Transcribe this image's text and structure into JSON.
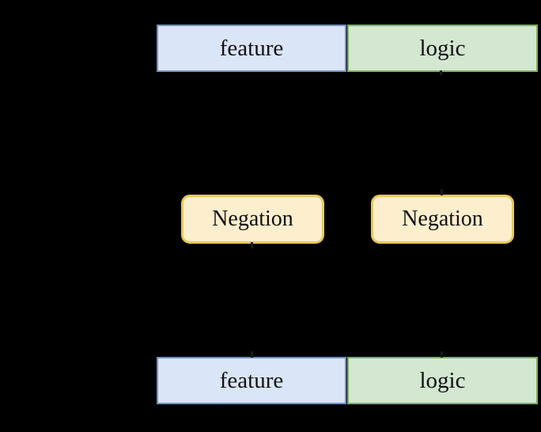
{
  "diagram": {
    "background_color": "#000000",
    "nodes": {
      "feature_top": {
        "label": "feature",
        "fill": "#dae5f7",
        "stroke": "#6f8fc4"
      },
      "logic_top": {
        "label": "logic",
        "fill": "#d3e7d1",
        "stroke": "#7aaf5e"
      },
      "negation_left": {
        "label": "Negation",
        "fill": "#fdeecd",
        "stroke": "#e8c95a"
      },
      "negation_right": {
        "label": "Negation",
        "fill": "#fdeecd",
        "stroke": "#e8c95a"
      },
      "feature_bottom": {
        "label": "feature",
        "fill": "#dae5f7",
        "stroke": "#6f8fc4"
      },
      "logic_bottom": {
        "label": "logic",
        "fill": "#d3e7d1",
        "stroke": "#7aaf5e"
      }
    },
    "connectors": [
      {
        "name": "logic-top-to-negation-right",
        "from": "logic_top",
        "to": "negation_right"
      },
      {
        "name": "negation-left-to-feature-bottom",
        "from": "negation_left",
        "to": "feature_bottom"
      },
      {
        "name": "negation-right-to-logic-bottom",
        "from": "negation_right",
        "to": "logic_bottom"
      }
    ]
  }
}
